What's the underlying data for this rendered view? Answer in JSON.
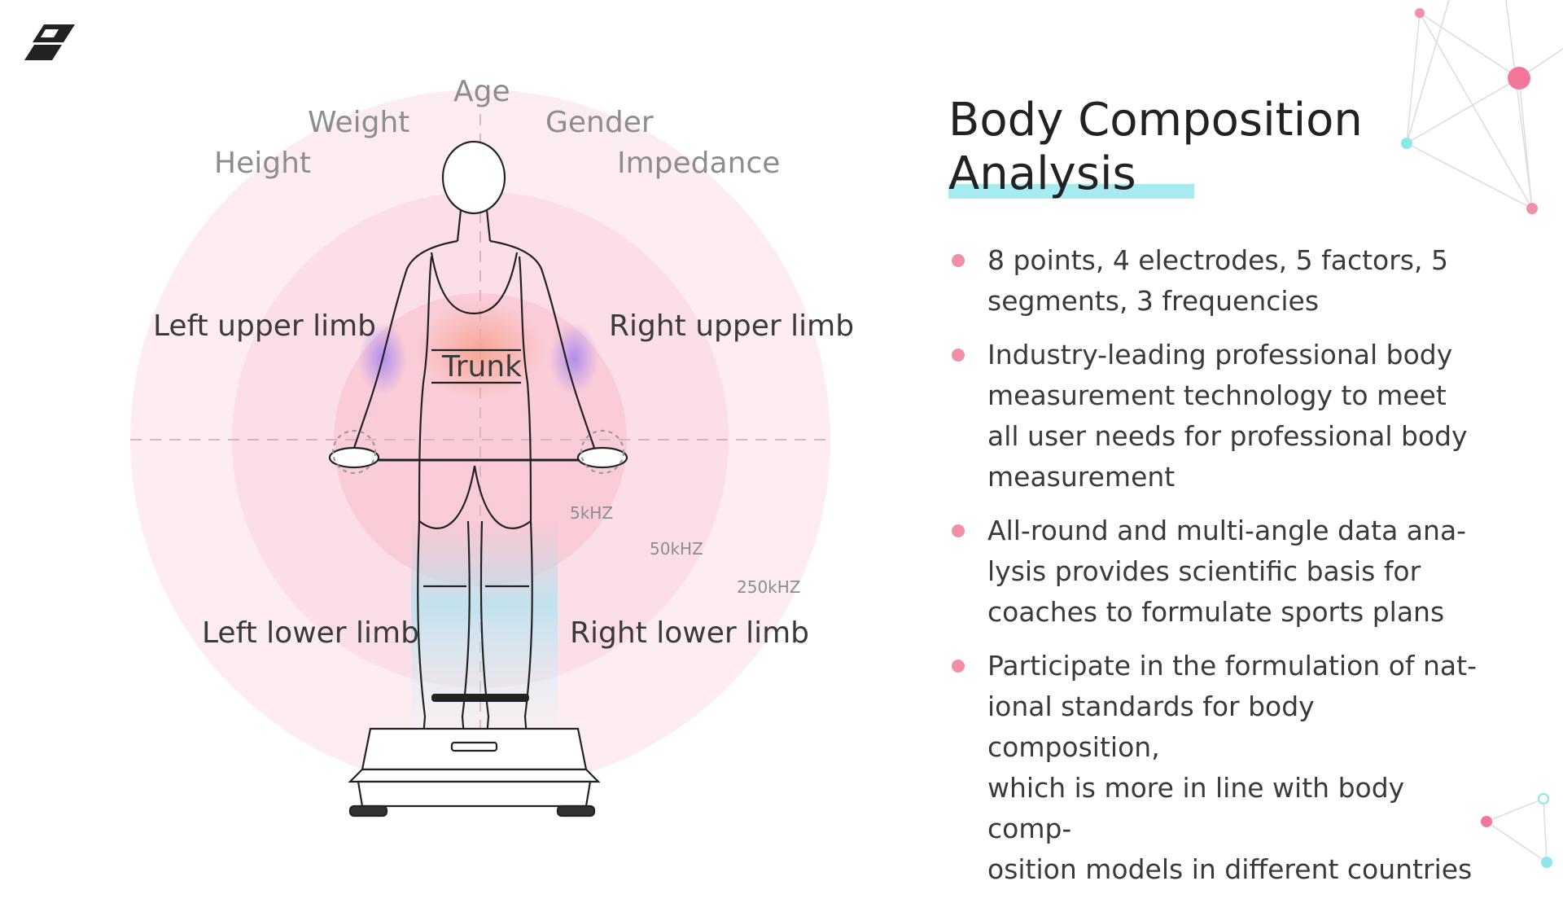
{
  "logo": {
    "icon": "brand-logo-icon"
  },
  "diagram": {
    "factors": [
      "Age",
      "Weight",
      "Gender",
      "Height",
      "Impedance"
    ],
    "segments": {
      "left_upper": "Left upper limb",
      "right_upper": "Right upper limb",
      "trunk": "Trunk",
      "left_lower": "Left lower limb",
      "right_lower": "Right lower limb"
    },
    "frequencies": [
      "5kHZ",
      "50kHZ",
      "250kHZ"
    ]
  },
  "content": {
    "title_line1": "Body Composition",
    "title_line2": "Analysis",
    "bullets": [
      {
        "lines": [
          "8 points, 4 electrodes, 5 factors, 5",
          "segments, 3 frequencies"
        ]
      },
      {
        "lines": [
          "Industry-leading professional body",
          "measurement technology to meet",
          "all user needs for professional body",
          "measurement"
        ]
      },
      {
        "lines": [
          "All-round and multi-angle data ana-",
          "lysis provides scientific basis for",
          "coaches to formulate sports plans"
        ]
      },
      {
        "lines": [
          "Participate in the formulation of nat-",
          "ional standards for body composition,",
          "which is more in line with body comp-",
          "osition models in different countries"
        ]
      }
    ]
  },
  "colors": {
    "accent_pink": "#f28fa8",
    "accent_cyan": "#8ee6ec",
    "title": "#222222",
    "body_text": "#3a3a3a",
    "muted_text": "#8d8d8d"
  }
}
